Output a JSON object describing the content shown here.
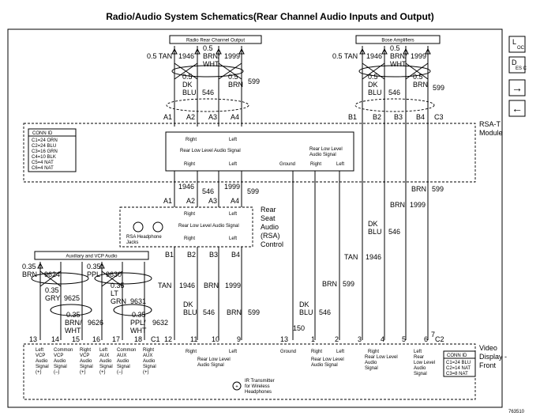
{
  "title": "Radio/Audio System Schematics(Rear Channel Audio Inputs and Output)",
  "legend_buttons": [
    {
      "name": "loc-button",
      "label_main": "L",
      "label_sub": "OC",
      "icon": "location-icon"
    },
    {
      "name": "desc-button",
      "label_main": "D",
      "label_sub": "ES C",
      "icon": "description-icon"
    },
    {
      "name": "next-button",
      "glyph": "→",
      "icon": "arrow-right-icon"
    },
    {
      "name": "prev-button",
      "glyph": "←",
      "icon": "arrow-left-icon"
    }
  ],
  "top_connectors": {
    "radio_rear": "Radio Rear Channel Output",
    "bose": "Bose Amplifiers"
  },
  "top_wires": {
    "left": [
      "0.5 TAN",
      "1946",
      "0.5",
      "BRN/",
      "WHT",
      "1999",
      "0.5",
      "DK",
      "BLU",
      "546",
      "0.5",
      "BRN",
      "599"
    ],
    "right": [
      "0.5 TAN",
      "1946",
      "0.5",
      "BRN/",
      "WHT",
      "1999",
      "0.5",
      "DK",
      "BLU",
      "546",
      "0.5",
      "BRN",
      "599"
    ]
  },
  "rsa_pins_top": [
    "A1",
    "A2",
    "A3",
    "A4",
    "B1",
    "B2",
    "B3",
    "B4",
    "C3"
  ],
  "rsat": {
    "label1": "RSA-T",
    "label2": "Module",
    "conn_id_title": "CONN ID",
    "conn_ids": [
      "C1=24 ORN",
      "C2=24 BLU",
      "C3=16 GRN",
      "C4=10 BLK",
      "C5=4 NAT",
      "C6=4 NAT"
    ],
    "right": "Right",
    "left": "Left",
    "signal": "Rear Low Level Audio Signal",
    "right2": "Right",
    "left2": "Left",
    "ground": "Ground",
    "signal2a": "Rear Low Level",
    "signal2b": "Audio Signal"
  },
  "mid_wires": [
    "1946",
    "546",
    "1999",
    "599",
    "A1",
    "A2",
    "A3",
    "A4",
    "BRN",
    "599",
    "BRN",
    "1999",
    "DK",
    "BLU",
    "546",
    "TAN",
    "1946",
    "BRN",
    "599",
    "DK",
    "BLU",
    "546",
    "150"
  ],
  "rsa": {
    "label": [
      "Rear",
      "Seat",
      "Audio",
      "(RSA)",
      "Control"
    ],
    "right": "Right",
    "left": "Left",
    "signal": "Rear Low Level Audio Signal",
    "headphone1": "RSA Headphone",
    "headphone2": "Jacks",
    "right2": "Right",
    "left2": "Left",
    "pins": [
      "B1",
      "B2",
      "B3",
      "B4"
    ]
  },
  "lower_wires": [
    "TAN",
    "1946",
    "BRN",
    "1999",
    "DK",
    "BLU",
    "546",
    "BRN",
    "599"
  ],
  "aux_box": "Auxiliary and VCP Audio",
  "aux_wires": [
    "0.35",
    "BRN",
    "9624",
    "0.35",
    "PPL",
    "9630",
    "0.35",
    "GRY",
    "9625",
    "0.35",
    "LT",
    "GRN",
    "9631",
    "0.35",
    "BRN/",
    "WHT",
    "9626",
    "0.35",
    "PPL/",
    "WHT",
    "9632"
  ],
  "vd_pins": [
    "13",
    "14",
    "15",
    "16",
    "17",
    "18",
    "C1",
    "12",
    "11",
    "10",
    "9",
    "13",
    "1",
    "2",
    "3",
    "4",
    "5",
    "6",
    "7",
    "C2"
  ],
  "video": {
    "label": [
      "Video",
      "Display -",
      "Front"
    ],
    "conn_id_title": "CONN ID",
    "conn_ids": [
      "C1=24 BLU",
      "C2=14 NAT",
      "C3=8 NAT"
    ],
    "ir1": "IR Transmitter",
    "ir2": "for Wireless",
    "ir3": "Headphones"
  },
  "bottom_labels": {
    "c13": [
      "Left",
      "VCP",
      "Audio",
      "Signal",
      "(+)"
    ],
    "c14": [
      "Common",
      "VCP",
      "Audio",
      "Signal",
      "(–)"
    ],
    "c15": [
      "Right",
      "VCP",
      "Audio",
      "Signal",
      "(+)"
    ],
    "c16": [
      "Left",
      "AUX",
      "Audio",
      "Signal",
      "(+)"
    ],
    "c17": [
      "Common",
      "AUX",
      "Audio",
      "Signal",
      "(–)"
    ],
    "c18": [
      "Right",
      "AUX",
      "Audio",
      "Signal",
      "(+)"
    ],
    "mid": [
      "Right",
      "Left",
      "Rear Low Level",
      "Audio Signal"
    ],
    "ground": "Ground",
    "mid2": [
      "Right",
      "Left",
      "Rear Low Level",
      "Audio Signal"
    ],
    "r5": [
      "Right",
      "Rear Low Level",
      "Audio",
      "Signal"
    ],
    "r7": [
      "Left",
      "Rear",
      "Low Level",
      "Audio",
      "Signal"
    ]
  },
  "footer_code": "763510"
}
